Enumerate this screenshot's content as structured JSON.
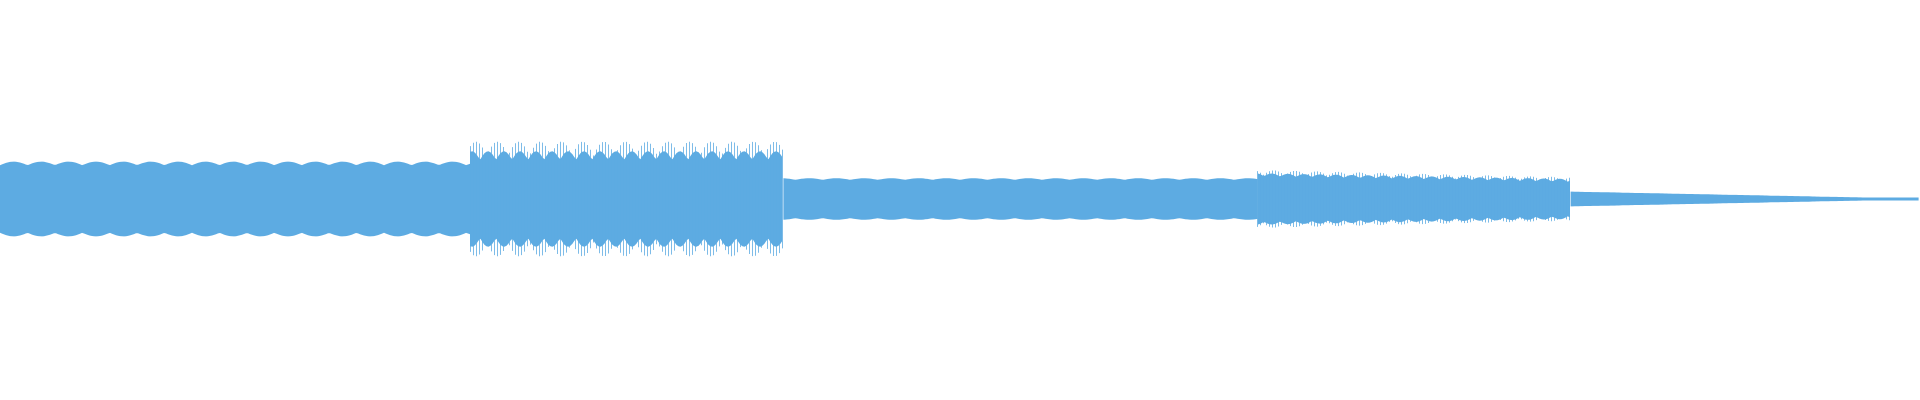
{
  "waveform": {
    "color": "#5dabe2",
    "background": "#ffffff",
    "segments": [
      {
        "id": "segment-1",
        "start": 0.0,
        "end": 0.245,
        "level": 0.82,
        "ripple": 0.1,
        "ripple_freq": 70,
        "fade": 0.0
      },
      {
        "id": "segment-2",
        "start": 0.245,
        "end": 0.408,
        "level": 1.0,
        "ripple": 0.2,
        "ripple_freq": 120,
        "fade": 0.0
      },
      {
        "id": "segment-3",
        "start": 0.408,
        "end": 0.655,
        "level": 0.46,
        "ripple": 0.08,
        "ripple_freq": 70,
        "fade": 0.0
      },
      {
        "id": "segment-4",
        "start": 0.655,
        "end": 0.818,
        "level": 0.56,
        "ripple": 0.12,
        "ripple_freq": 120,
        "fade": 0.25
      },
      {
        "id": "segment-5",
        "start": 0.818,
        "end": 1.0,
        "level": 0.17,
        "ripple": 0.02,
        "ripple_freq": 40,
        "fade": 0.96
      }
    ]
  }
}
